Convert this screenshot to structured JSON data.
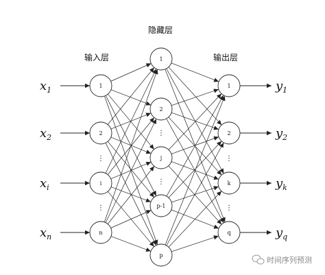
{
  "layers": {
    "input": {
      "title": "输入层",
      "nodes": [
        "1",
        "2",
        "i",
        "n"
      ]
    },
    "hidden": {
      "title": "隐藏层",
      "nodes": [
        "1",
        "2",
        "j",
        "p-1",
        "p"
      ]
    },
    "output": {
      "title": "输出层",
      "nodes": [
        "1",
        "2",
        "k",
        "q"
      ]
    }
  },
  "ellipsis": "⋮",
  "inputs": [
    {
      "main": "x",
      "sub": "1"
    },
    {
      "main": "x",
      "sub": "2"
    },
    {
      "main": "x",
      "sub": "i"
    },
    {
      "main": "x",
      "sub": "n"
    }
  ],
  "outputs": [
    {
      "main": "y",
      "sub": "1"
    },
    {
      "main": "y",
      "sub": "2"
    },
    {
      "main": "y",
      "sub": "k"
    },
    {
      "main": "y",
      "sub": "q"
    }
  ],
  "watermark": "时间序列预测",
  "colors": {
    "line": "#222222",
    "node_fill": "#ffffff",
    "watermark": "#8a8a8a"
  }
}
